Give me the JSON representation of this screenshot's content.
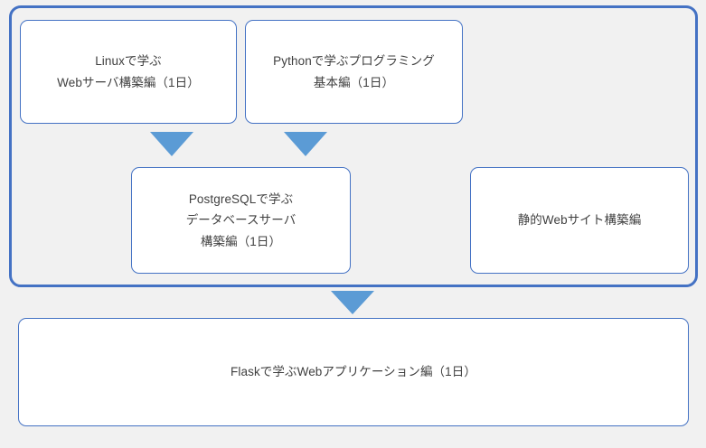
{
  "diagram": {
    "type": "flowchart",
    "background_color": "#f1f1f1",
    "accent_color": "#4472c4",
    "arrow_color": "#5b9bd5",
    "text_color": "#3f3f3f",
    "group": {
      "label": "",
      "border_color": "#4472c4"
    },
    "boxes": [
      {
        "id": "linux",
        "label": "Linuxで学ぶ\nWebサーバ構築編（1日）",
        "duration": "1日"
      },
      {
        "id": "python",
        "label": "Pythonで学ぶプログラミング\n基本編（1日）",
        "duration": "1日"
      },
      {
        "id": "postgresql",
        "label": "PostgreSQLで学ぶ\nデータベースサーバ\n構築編（1日）",
        "duration": "1日"
      },
      {
        "id": "static-web",
        "label": "静的Webサイト構築編",
        "duration": ""
      },
      {
        "id": "flask",
        "label": "Flaskで学ぶWebアプリケーション編（1日）",
        "duration": "1日"
      }
    ],
    "arrows": [
      {
        "id": "linux-to-postgresql",
        "from": "linux",
        "to": "postgresql",
        "direction": "down"
      },
      {
        "id": "python-to-postgresql",
        "from": "python",
        "to": "postgresql",
        "direction": "down"
      },
      {
        "id": "group-to-flask",
        "from": "group",
        "to": "flask",
        "direction": "down"
      }
    ]
  }
}
